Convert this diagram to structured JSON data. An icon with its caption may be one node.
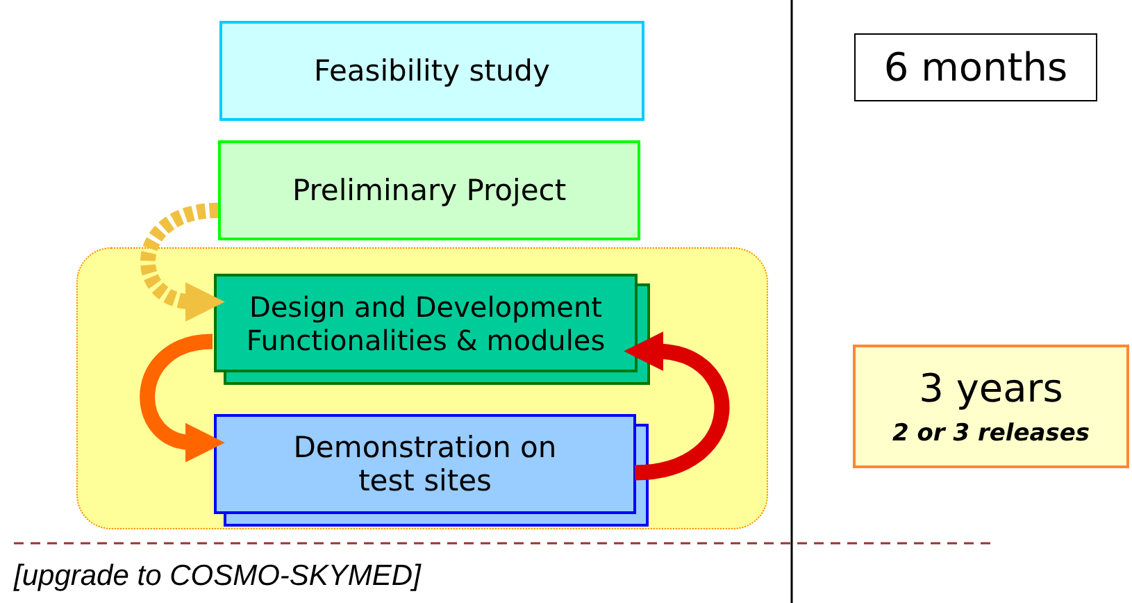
{
  "diagram": {
    "nodes": [
      {
        "text": [
          "Feasibility study"
        ]
      },
      {
        "text": [
          "Preliminary Project"
        ]
      },
      {
        "text": [],
        "shape": "box"
      },
      {
        "text": [
          "Design and Development Functionalities & modules"
        ],
        "in": 2
      },
      {
        "text": [
          "Demonstration on test sites"
        ],
        "in": 2
      },
      {
        "text": [
          "6 months"
        ]
      },
      {
        "text": [
          "3 years",
          "2 or 3 releases"
        ]
      }
    ],
    "edges": [
      {
        "from": 1,
        "to": 3,
        "arrow": "to",
        "style": "dashed",
        "color": "#f0c040"
      },
      {
        "from": 3,
        "to": 4,
        "arrow": "to",
        "color": "#ff6600"
      },
      {
        "from": 4,
        "to": 3,
        "arrow": "to",
        "color": "#dd0000"
      }
    ],
    "labels": [
      "[upgrade to COSMO-SKYMED]"
    ]
  }
}
